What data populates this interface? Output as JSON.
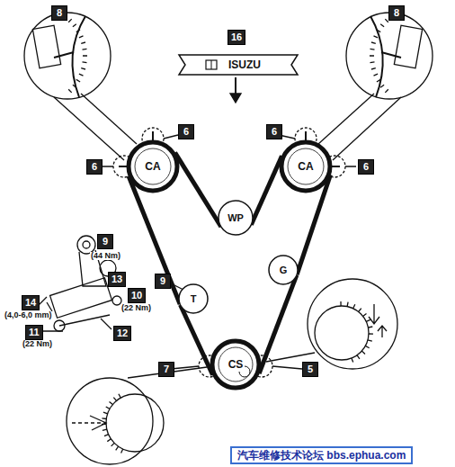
{
  "diagram": {
    "nodes": [
      {
        "text": [
          "ISUZU"
        ]
      },
      {
        "text": [
          "CA"
        ]
      },
      {
        "text": [
          "CA"
        ]
      },
      {
        "text": [
          "WP"
        ]
      },
      {
        "text": [
          "G"
        ]
      },
      {
        "text": [
          "T"
        ]
      },
      {
        "text": [
          "CS"
        ]
      }
    ],
    "edges": [
      {
        "from": 1,
        "to": 3,
        "arrow": "none"
      },
      {
        "from": 3,
        "to": 2,
        "arrow": "none"
      },
      {
        "from": 2,
        "to": 4,
        "arrow": "none"
      },
      {
        "from": 4,
        "to": 6,
        "arrow": "none"
      },
      {
        "from": 6,
        "to": 5,
        "arrow": "none"
      },
      {
        "from": 5,
        "to": 1,
        "arrow": "none"
      }
    ],
    "labels": [
      "8",
      "8",
      "16",
      "6",
      "6",
      "6",
      "6",
      "9",
      "(44 Nm)",
      "9",
      "14",
      "(4,0-6,0 mm)",
      "10",
      "(22 Nm)",
      "13",
      "11",
      "(22 Nm)",
      "12",
      "7",
      "5",
      "汽车维修技术论坛 bbs.ephua.com"
    ]
  }
}
